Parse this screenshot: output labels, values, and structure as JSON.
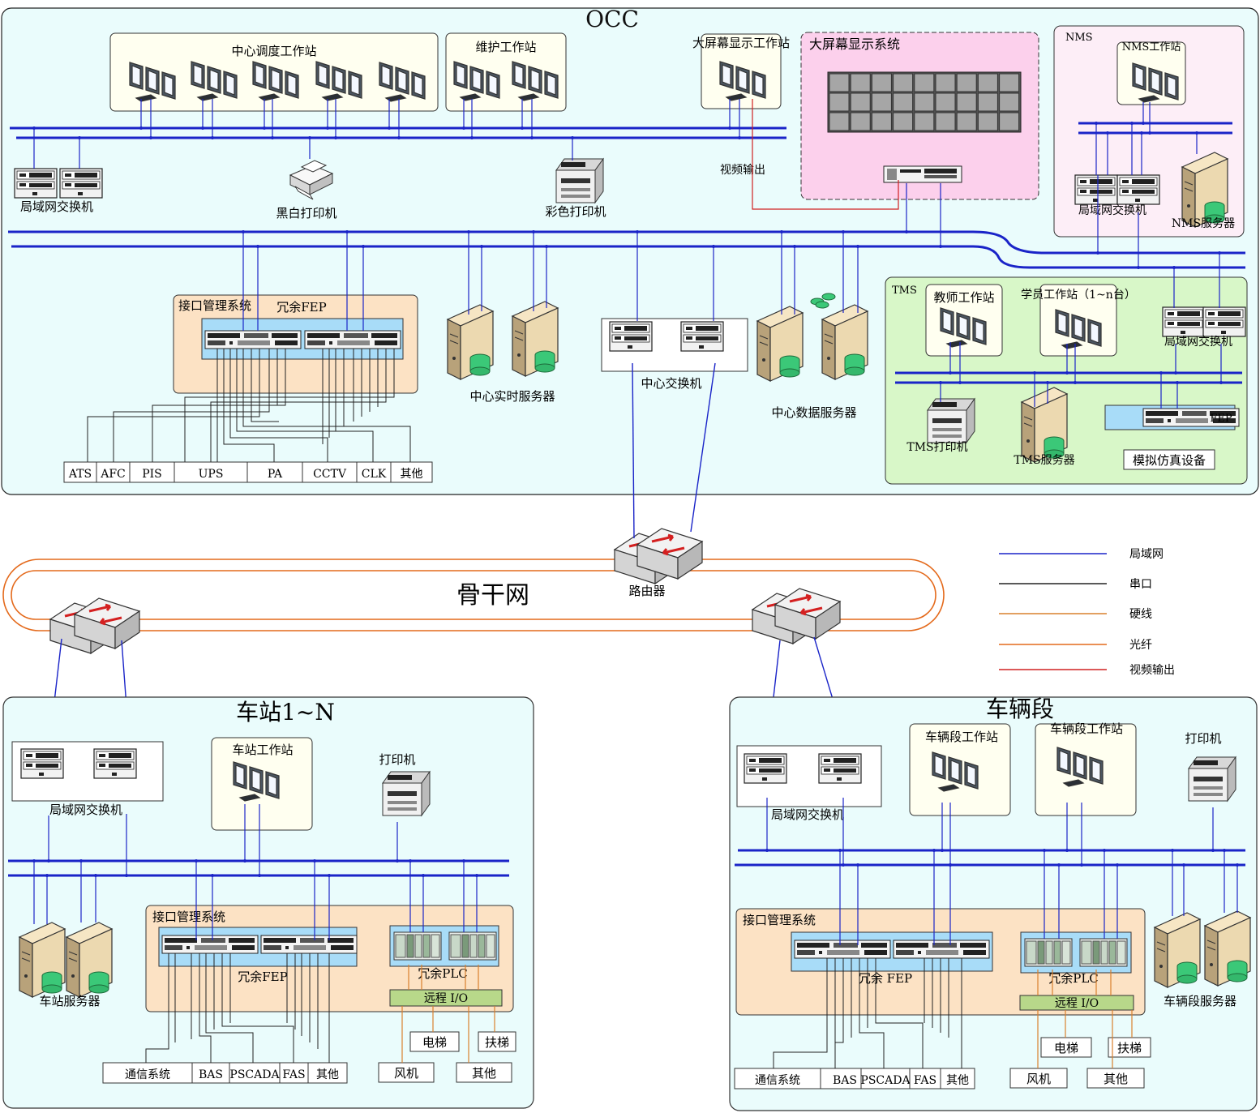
{
  "colors": {
    "lan": "#1a24c8",
    "serial": "#222222",
    "hardwire": "#d9802d",
    "fiber": "#e46a1c",
    "video": "#d02020",
    "occ_bg": "#eafcfc",
    "white_box": "#fffff0",
    "pink": "#fcd0ec",
    "nms_bg": "#fdeef7",
    "tms_bg": "#d8f7c8",
    "peach": "#fce2c4",
    "fep_blue": "#a8dcf8",
    "plc_green": "#b8d88a"
  },
  "occ": {
    "title": "OCC",
    "dispatch_ws": "中心调度工作站",
    "maint_ws": "维护工作站",
    "bigscreen_ws": "大屏幕显示工作站",
    "bigscreen_sys": "大屏幕显示系统",
    "nms": "NMS",
    "nms_ws": "NMS工作站",
    "lan_switch": "局域网交换机",
    "nms_switch": "局域网交换机",
    "nms_server": "NMS服务器",
    "bw_printer": "黑白打印机",
    "color_printer": "彩色打印机",
    "video_out": "视频输出",
    "ims": "接口管理系统",
    "redundant_fep": "冗余FEP",
    "realtime_server": "中心实时服务器",
    "center_switch": "中心交换机",
    "data_server": "中心数据服务器",
    "interfaces": [
      "ATS",
      "AFC",
      "PIS",
      "UPS",
      "PA",
      "CCTV",
      "CLK",
      "其他"
    ]
  },
  "tms": {
    "title": "TMS",
    "teacher_ws": "教师工作站",
    "student_ws": "学员工作站（1~n台）",
    "switch": "局域网交换机",
    "printer": "TMS打印机",
    "server": "TMS服务器",
    "fep": "FEP",
    "simulator": "模拟仿真设备"
  },
  "backbone": {
    "label": "骨干网",
    "router": "路由器"
  },
  "legend": [
    {
      "label": "局域网",
      "color": "#1a24c8"
    },
    {
      "label": "串口",
      "color": "#222222"
    },
    {
      "label": "硬线",
      "color": "#d9802d"
    },
    {
      "label": "光纤",
      "color": "#e46a1c"
    },
    {
      "label": "视频输出",
      "color": "#d02020"
    }
  ],
  "station": {
    "title": "车站1~N",
    "switch": "局域网交换机",
    "ws": "车站工作站",
    "printer": "打印机",
    "server": "车站服务器",
    "ims": "接口管理系统",
    "redundant_fep": "冗余FEP",
    "redundant_plc": "冗余PLC",
    "remote_io": "远程 I/O",
    "elevator": "电梯",
    "escalator": "扶梯",
    "fan": "风机",
    "other2": "其他",
    "interfaces": [
      "通信系统",
      "BAS",
      "PSCADA",
      "FAS",
      "其他"
    ]
  },
  "depot": {
    "title": "车辆段",
    "switch": "局域网交换机",
    "ws1": "车辆段工作站",
    "ws2": "车辆段工作站",
    "printer": "打印机",
    "server": "车辆段服务器",
    "ims": "接口管理系统",
    "redundant_fep": "冗余 FEP",
    "redundant_plc": "冗余PLC",
    "remote_io": "远程 I/O",
    "elevator": "电梯",
    "escalator": "扶梯",
    "fan": "风机",
    "other2": "其他",
    "interfaces": [
      "通信系统",
      "BAS",
      "PSCADA",
      "FAS",
      "其他"
    ]
  }
}
